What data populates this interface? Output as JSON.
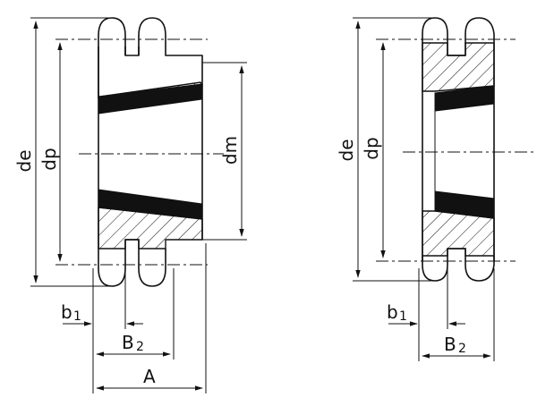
{
  "labels": {
    "de": "de",
    "dp": "dp",
    "dm": "dm",
    "b": "b",
    "b_sub": "1",
    "B": "B",
    "B_sub": "2",
    "A": "A"
  },
  "icons": {
    "arrowhead": "arrowhead-icon"
  }
}
